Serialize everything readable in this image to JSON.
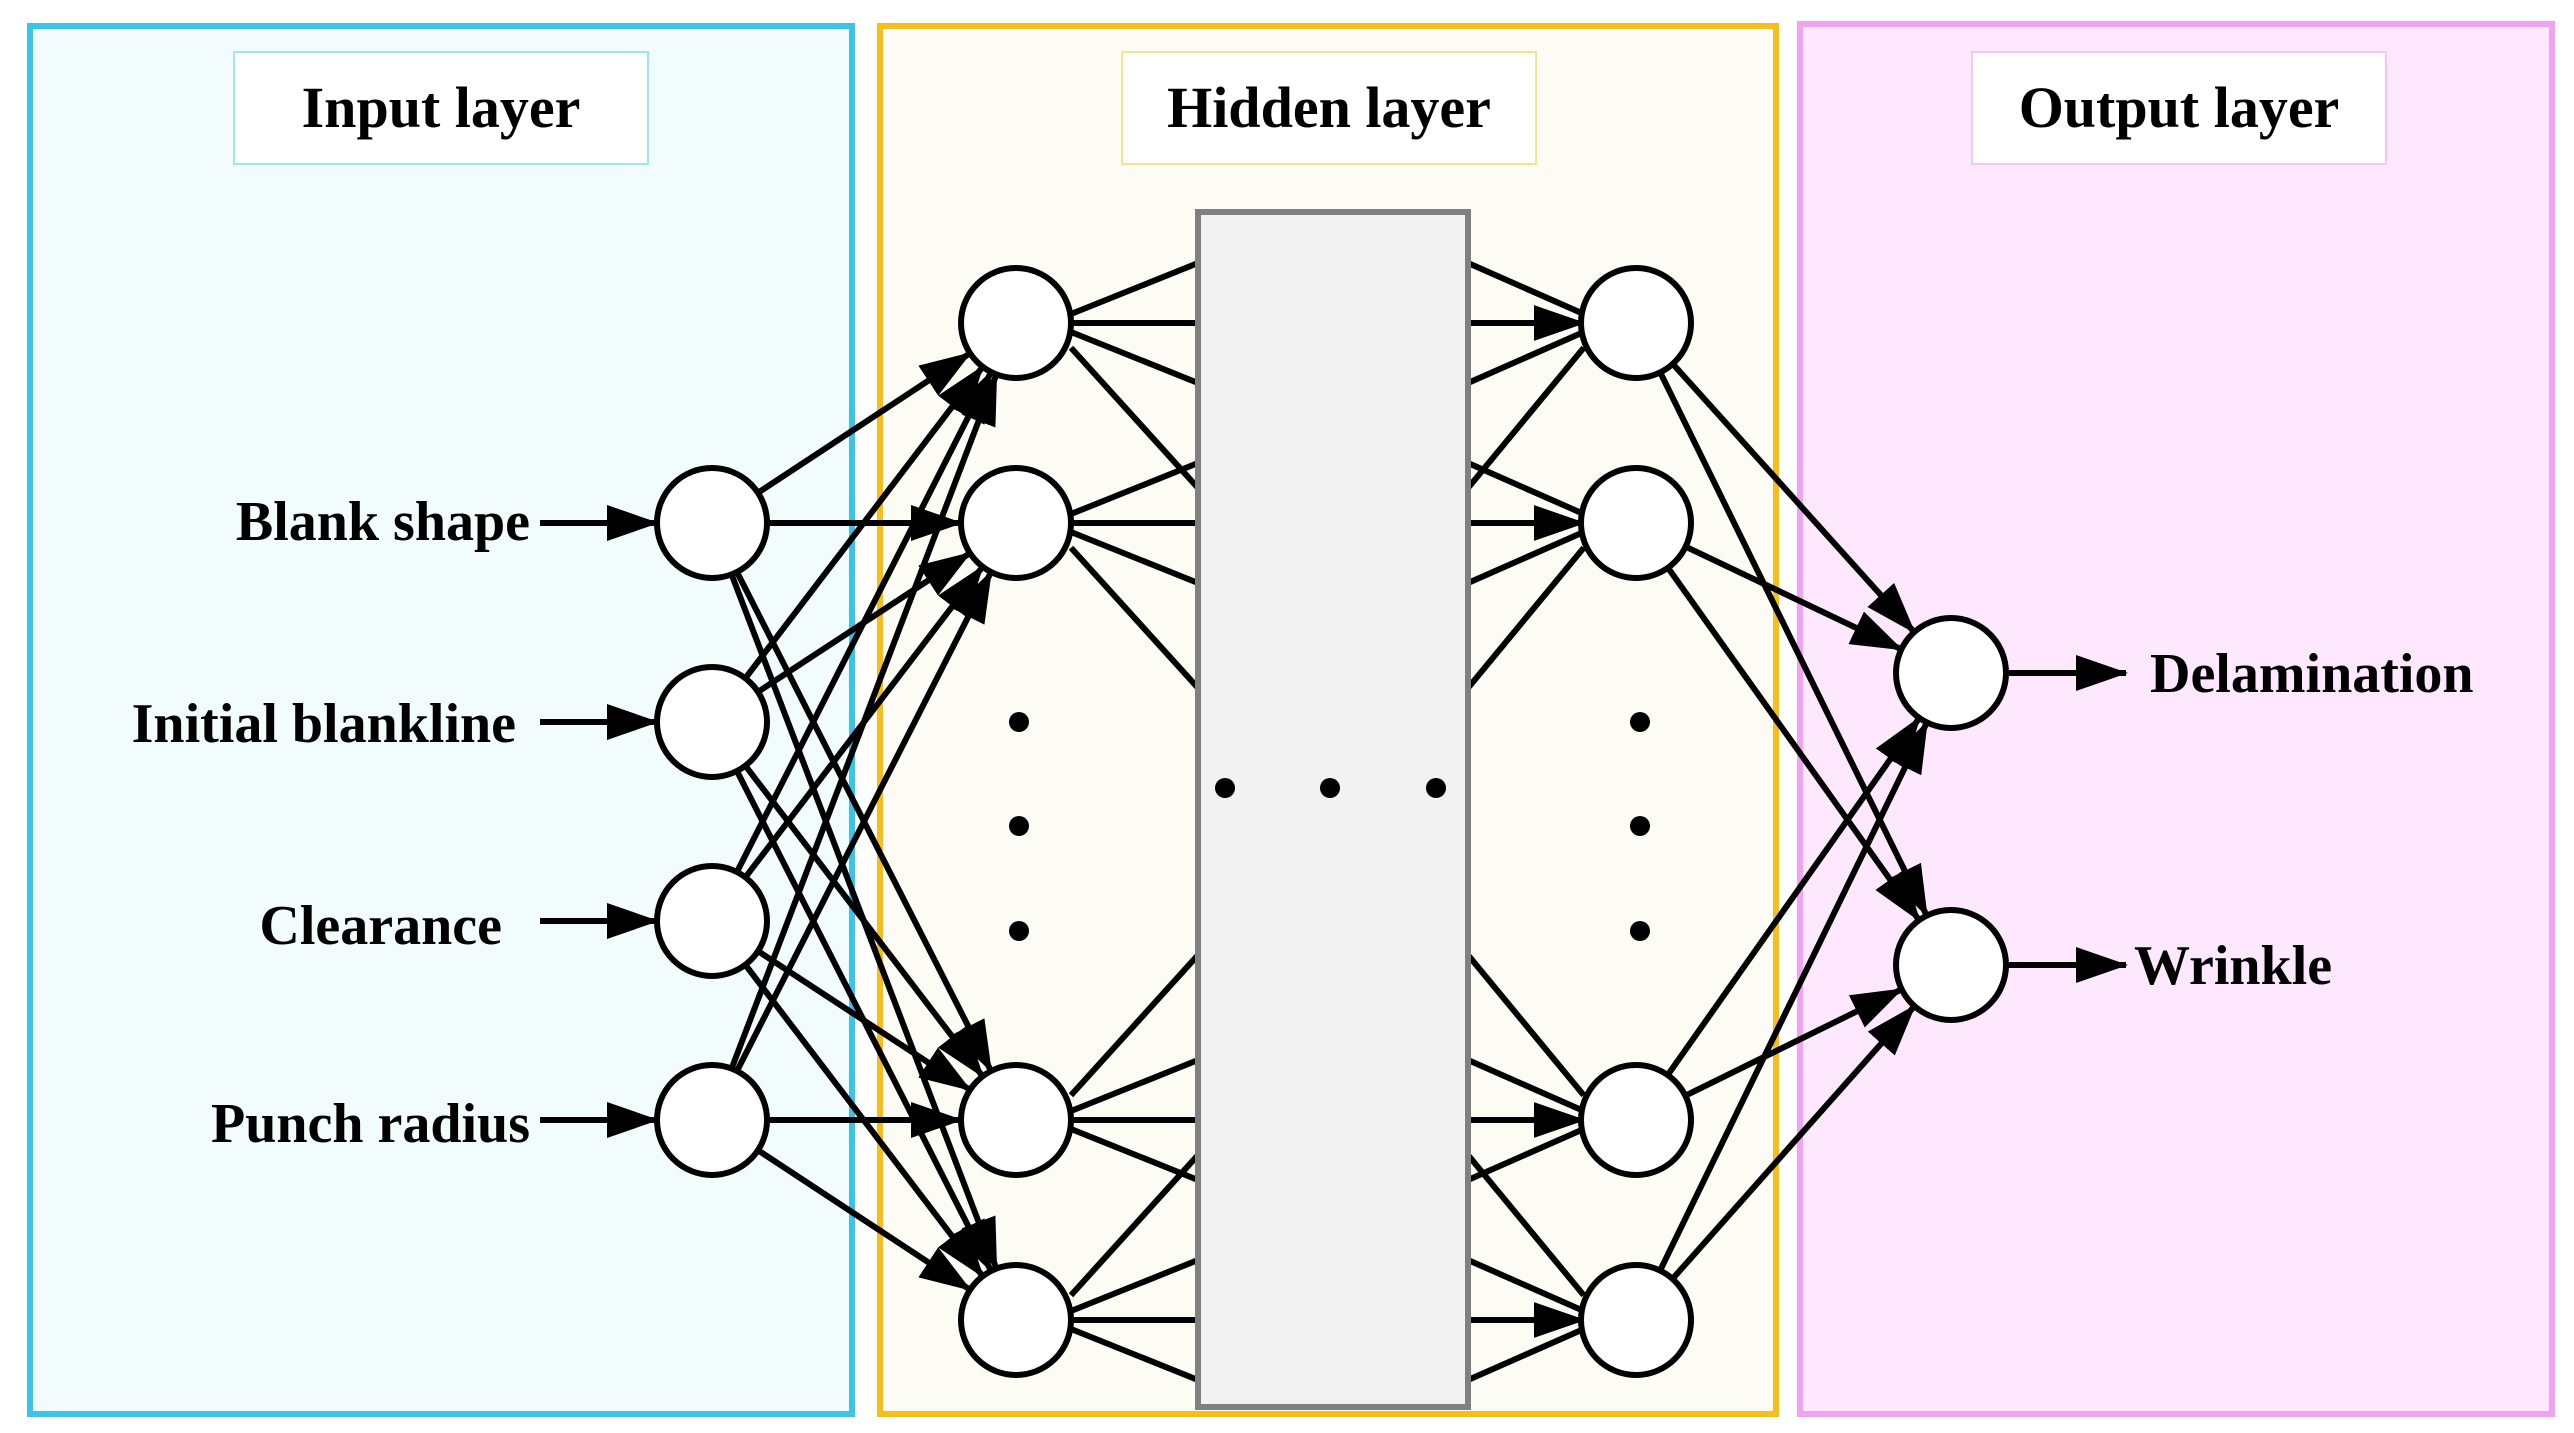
{
  "panels": {
    "input": {
      "title": "Input layer",
      "fill": "#f2fcfd",
      "border": "#3cc3ea"
    },
    "hidden": {
      "title": "Hidden layer",
      "fill": "#fdfcf4",
      "border": "#f6bd1c"
    },
    "output": {
      "title": "Output layer",
      "fill": "#fde8fd",
      "border": "#f2a2f2"
    }
  },
  "inputs": [
    "Blank shape",
    "Initial blankline",
    "Clearance",
    "Punch radius"
  ],
  "outputs": [
    "Delamination",
    "Wrinkle"
  ],
  "colors": {
    "stroke": "#000000",
    "node_fill": "#ffffff",
    "middle_box_fill": "#f2f2f2",
    "middle_box_border": "#808080"
  }
}
